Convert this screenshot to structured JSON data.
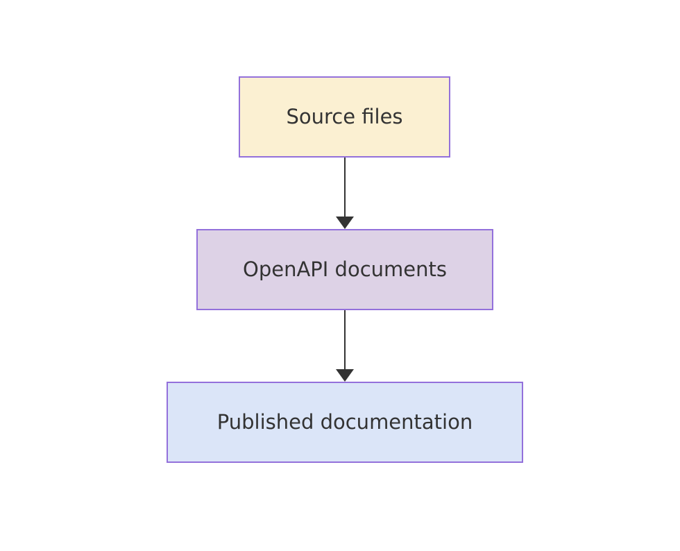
{
  "diagram": {
    "type": "flowchart",
    "direction": "top-down",
    "background_color": "#ffffff",
    "node_border_color": "#9370db",
    "node_text_color": "#333333",
    "edge_color": "#333333",
    "nodes": [
      {
        "id": "source",
        "label": "Source files",
        "fill_color": "#fbf0d2"
      },
      {
        "id": "openapi",
        "label": "OpenAPI documents",
        "fill_color": "#ddd2e6"
      },
      {
        "id": "published",
        "label": "Published documentation",
        "fill_color": "#dbe5f8"
      }
    ],
    "edges": [
      {
        "from": "Source files",
        "to": "OpenAPI documents",
        "style": "arrow"
      },
      {
        "from": "OpenAPI documents",
        "to": "Published documentation",
        "style": "arrow"
      }
    ]
  }
}
